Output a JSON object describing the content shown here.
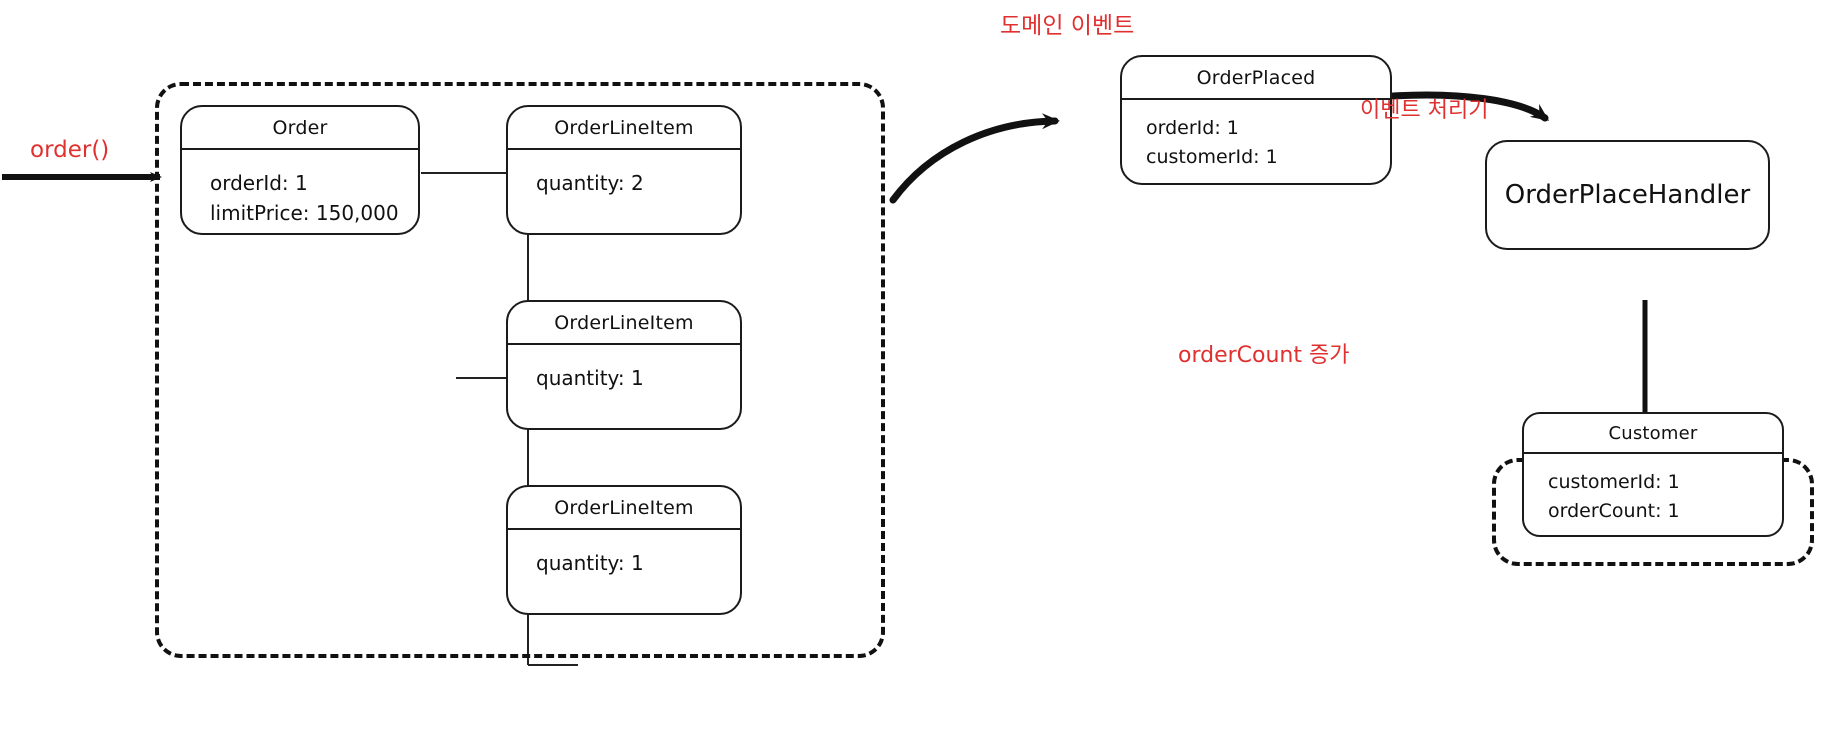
{
  "diagram": {
    "title_annotations": {
      "order_call": "order()",
      "domain_event": "도메인 이벤트",
      "event_handler": "이벤트 처리기",
      "order_count_increase": "orderCount 증가"
    },
    "colors": {
      "annotation_red": "#e03131",
      "stroke_black": "#1b1b1b",
      "background": "#ffffff"
    },
    "order_aggregate": {
      "order": {
        "header": "Order",
        "attributes": [
          "orderId: 1",
          "limitPrice: 150,000"
        ]
      },
      "line_items": [
        {
          "header": "OrderLineItem",
          "attributes": [
            "quantity: 2"
          ]
        },
        {
          "header": "OrderLineItem",
          "attributes": [
            "quantity: 1"
          ]
        },
        {
          "header": "OrderLineItem",
          "attributes": [
            "quantity: 1"
          ]
        }
      ]
    },
    "event": {
      "header": "OrderPlaced",
      "attributes": [
        "orderId: 1",
        "customerId: 1"
      ]
    },
    "handler": {
      "label": "OrderPlaceHandler"
    },
    "customer_aggregate": {
      "customer": {
        "header": "Customer",
        "attributes": [
          "customerId: 1",
          "orderCount: 1"
        ]
      }
    }
  }
}
